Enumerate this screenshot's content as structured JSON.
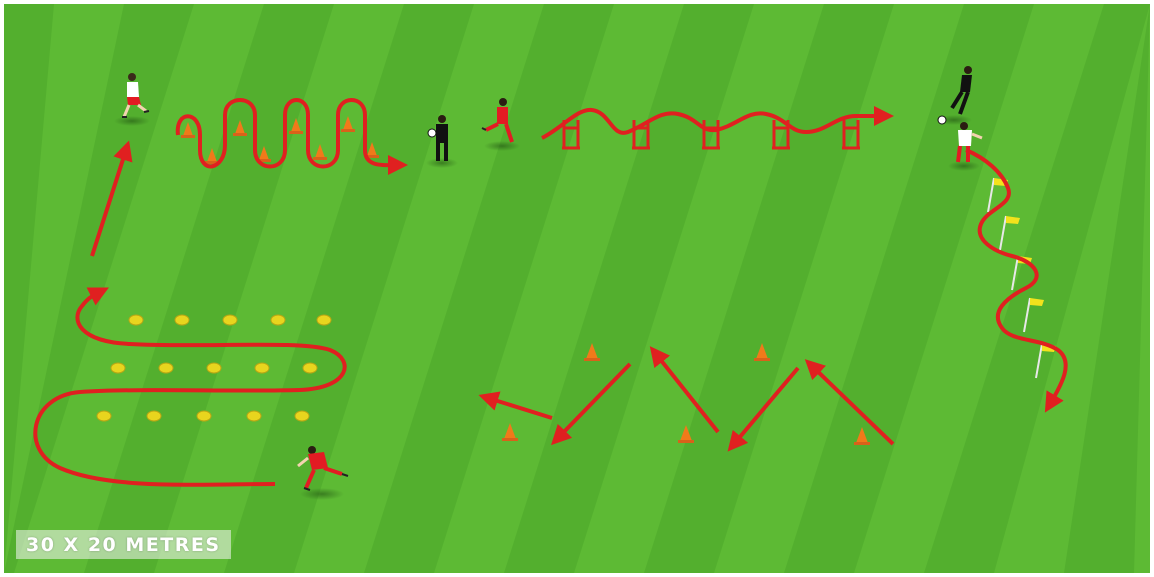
{
  "drill": {
    "area_label": "30 X 20 METRES"
  },
  "colors": {
    "pitch_light": "#5dba34",
    "pitch_dark": "#4aa62a",
    "route_red": "#e02020",
    "cone_orange": "#f07a1a",
    "marker_yellow": "#e8d51e",
    "flag_yellow": "#f2e21c",
    "player_red": "#e31b23",
    "player_white": "#ffffff",
    "player_black": "#111111"
  },
  "legend": {
    "stations": [
      "slalom-cones",
      "passing-player",
      "mini-hurdles",
      "flag-poles-slalom",
      "zigzag-cones",
      "disc-markers-weave"
    ]
  }
}
